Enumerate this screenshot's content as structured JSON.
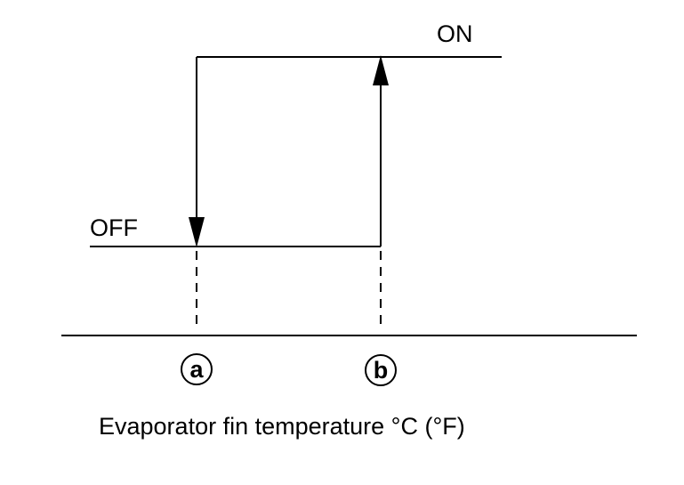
{
  "states": {
    "on": "ON",
    "off": "OFF"
  },
  "markers": {
    "a": "a",
    "b": "b"
  },
  "axis": {
    "label": "Evaporator fin temperature °C  (°F)"
  },
  "colors": {
    "line": "#000000",
    "background": "#ffffff"
  }
}
